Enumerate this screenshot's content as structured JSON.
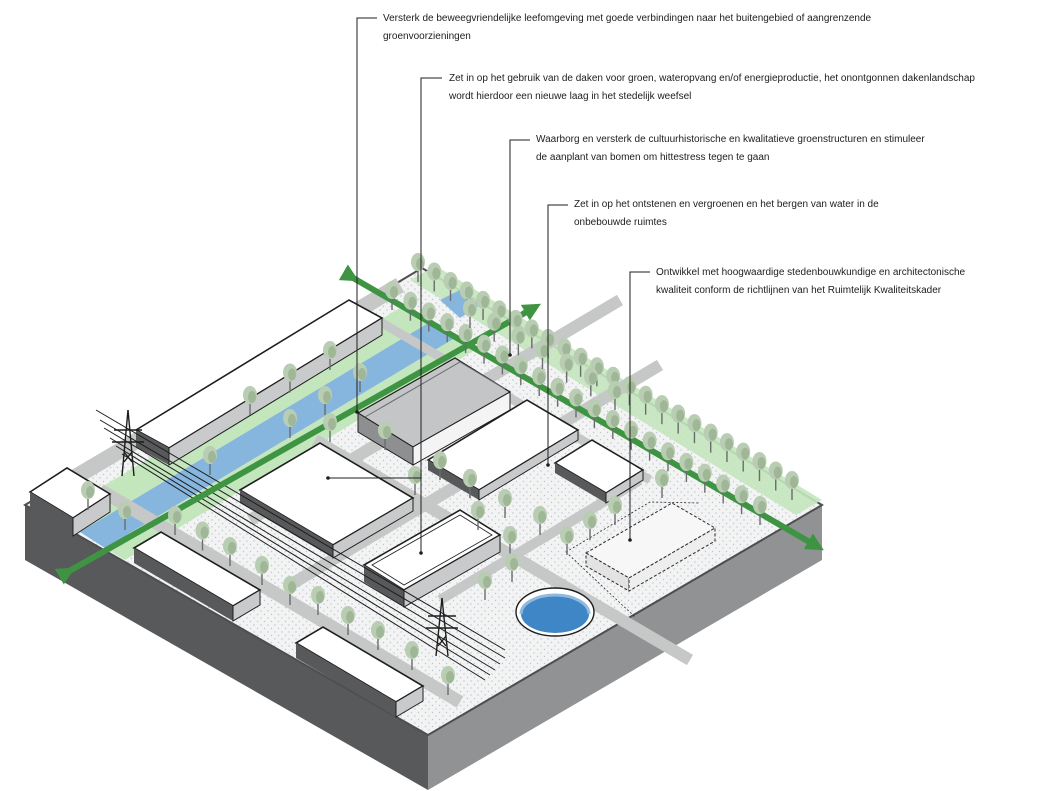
{
  "annotations": [
    {
      "id": "a1",
      "lines": [
        "Versterk de beweegvriendelijke leefomgeving met goede verbindingen naar het buitengebied of aangrenzende",
        "groenvoorzieningen"
      ]
    },
    {
      "id": "a2",
      "lines": [
        "Zet in op het gebruik van de daken voor groen, wateropvang en/of energieproductie, het onontgonnen dakenlandschap",
        "wordt hierdoor een nieuwe laag in het stedelijk weefsel"
      ]
    },
    {
      "id": "a3",
      "lines": [
        "Waarborg en versterk de cultuurhistorische en kwalitatieve groenstructuren en stimuleer",
        "de aanplant van bomen om hittestress tegen te gaan"
      ]
    },
    {
      "id": "a4",
      "lines": [
        "Zet in op het ontstenen en vergroenen en het bergen van water in de",
        "onbebouwde ruimtes"
      ]
    },
    {
      "id": "a5",
      "lines": [
        "Ontwikkel met hoogwaardige stedenbouwkundige en architectonische",
        "kwaliteit conform de richtlijnen van het Ruimtelijk Kwaliteitskader"
      ]
    }
  ],
  "colors": {
    "ground_top": "#e9eae8",
    "block_side_dark": "#58595b",
    "block_side_light": "#919294",
    "water": "#86b6dd",
    "green_strip": "#c3e6bd",
    "arrow_green": "#3f9444",
    "road": "#c6c7c7",
    "tree_canopy": "#b9cdb3",
    "building_top": "#ffffff"
  }
}
